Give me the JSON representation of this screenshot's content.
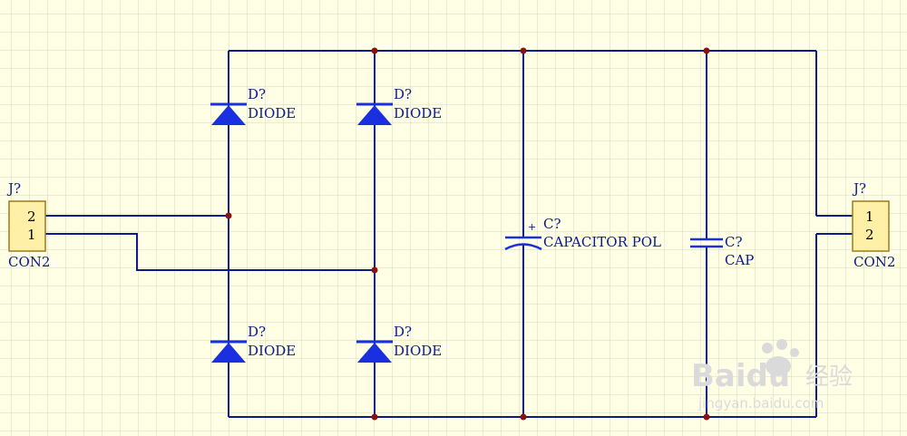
{
  "colors": {
    "background": "#FFFFE6",
    "grid": "#D4D4C8",
    "wire": "#0B1A8C",
    "junction": "#8B1010",
    "connector_fill": "#FFF0A8",
    "connector_border": "#9C7A20",
    "label": "#0B1A8C"
  },
  "connectors": [
    {
      "designator": "J?",
      "name": "CON2",
      "pins": [
        "2",
        "1"
      ]
    },
    {
      "designator": "J?",
      "name": "CON2",
      "pins": [
        "1",
        "2"
      ]
    }
  ],
  "diodes": [
    {
      "designator": "D?",
      "value": "DIODE"
    },
    {
      "designator": "D?",
      "value": "DIODE"
    },
    {
      "designator": "D?",
      "value": "DIODE"
    },
    {
      "designator": "D?",
      "value": "DIODE"
    }
  ],
  "capacitors": [
    {
      "designator": "C?",
      "value": "CAPACITOR POL",
      "polarity": "+"
    },
    {
      "designator": "C?",
      "value": "CAP"
    }
  ],
  "watermark": {
    "brand": "Baidu",
    "suffix": "经验",
    "url": "jingyan.baidu.com"
  }
}
